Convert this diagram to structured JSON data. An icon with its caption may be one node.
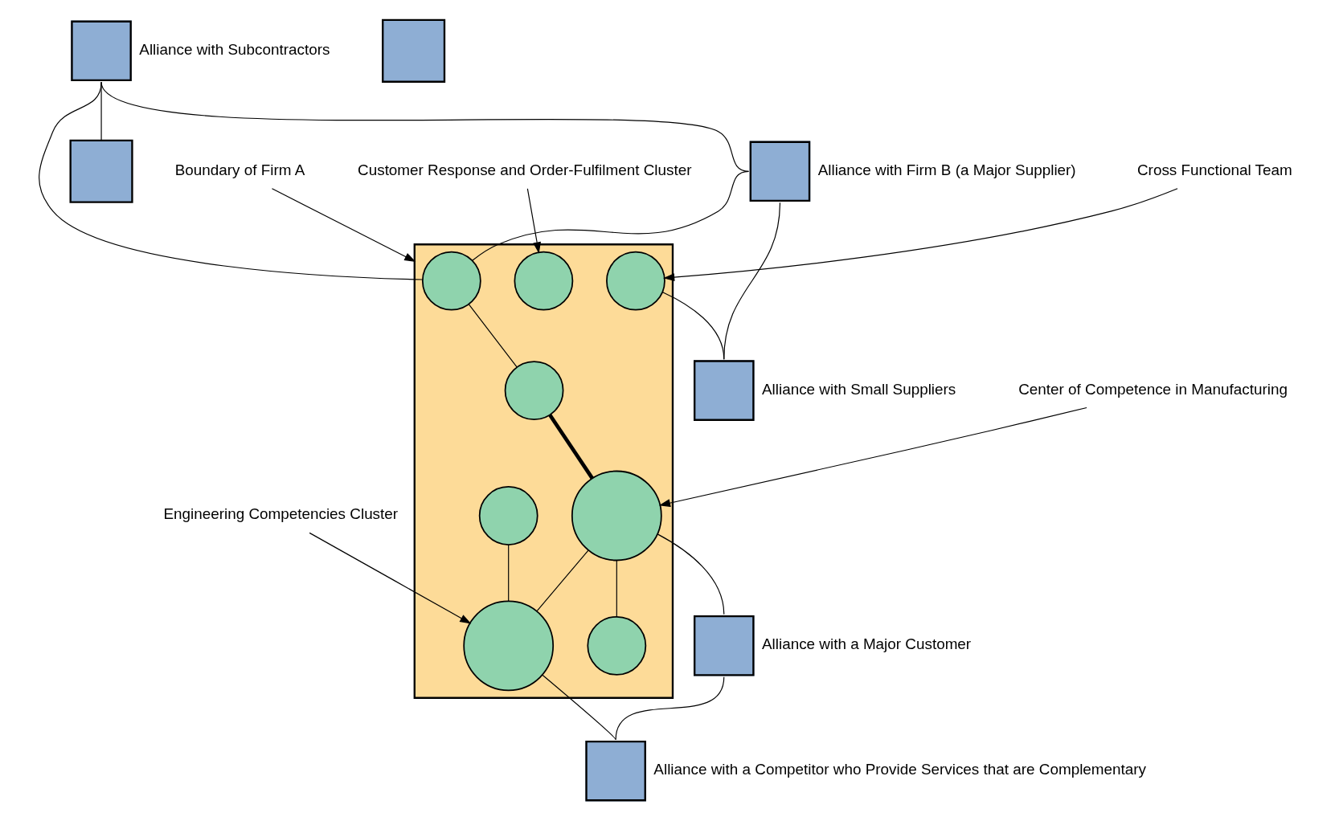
{
  "diagram": {
    "nodes": [
      {
        "text": [],
        "shape": "box"
      },
      {
        "text": [
          "Boundary of Firm A"
        ]
      },
      {
        "text": [],
        "shape": "box",
        "beside": [
          "Alliance with Subcontractors"
        ]
      },
      {
        "text": [],
        "shape": "box"
      },
      {
        "text": [],
        "shape": "box",
        "beside": [
          "Alliance with Firm B (a Major Supplier)"
        ]
      },
      {
        "text": [],
        "shape": "box",
        "beside": [
          "Alliance with Small Suppliers"
        ]
      },
      {
        "text": [],
        "shape": "box"
      },
      {
        "text": [],
        "shape": "circle",
        "in": 0
      },
      {
        "text": [],
        "shape": "circle",
        "in": 0
      },
      {
        "text": [],
        "shape": "circle",
        "in": 0
      },
      {
        "text": [],
        "shape": "circle",
        "in": 0
      },
      {
        "text": [],
        "shape": "circle",
        "in": 0
      },
      {
        "text": [],
        "shape": "circle",
        "in": 0
      },
      {
        "text": [],
        "shape": "circle",
        "in": 0
      },
      {
        "text": [],
        "shape": "circle",
        "in": 0
      },
      {
        "text": [],
        "shape": "box",
        "beside": [
          "Alliance with a Major Customer"
        ]
      },
      {
        "text": [],
        "shape": "box",
        "beside": [
          "Alliance with a Competitor who Provide Services that are Complementary"
        ]
      },
      {
        "text": [
          "Customer Response and Order-Fulfilment Cluster"
        ]
      },
      {
        "text": [
          "Center of Competence in Manufacturing"
        ]
      },
      {
        "text": [
          "Cross Functional Team"
        ]
      },
      {
        "text": [
          "Engineering Competencies Cluster"
        ]
      }
    ],
    "edges": [
      {
        "from": 1,
        "to": 0,
        "arrow": "to"
      },
      {
        "from": 2,
        "to": 3,
        "arrow": "none"
      },
      {
        "from": 2,
        "to": 4,
        "arrow": "none"
      },
      {
        "from": 2,
        "to": 7,
        "arrow": "none"
      },
      {
        "from": 4,
        "to": 7,
        "arrow": "none"
      },
      {
        "from": 7,
        "to": 8,
        "arrow": "none"
      },
      {
        "from": 4,
        "to": 5,
        "arrow": "none"
      },
      {
        "from": 8,
        "to": 10,
        "arrow": "none",
        "style": "thick"
      },
      {
        "from": 10,
        "to": 11,
        "arrow": "none"
      },
      {
        "from": 10,
        "to": 15,
        "arrow": "none"
      },
      {
        "from": 10,
        "to": 14,
        "arrow": "none"
      },
      {
        "from": 12,
        "to": 5,
        "arrow": "none"
      },
      {
        "from": 13,
        "to": 14,
        "arrow": "none"
      },
      {
        "from": 14,
        "to": 16,
        "arrow": "none"
      },
      {
        "from": 15,
        "to": 16,
        "arrow": "none"
      },
      {
        "from": 17,
        "to": 9,
        "arrow": "to"
      },
      {
        "from": 18,
        "to": 10,
        "arrow": "to"
      },
      {
        "from": 19,
        "to": 12,
        "arrow": "to"
      },
      {
        "from": 20,
        "to": 14,
        "arrow": "to"
      }
    ]
  }
}
